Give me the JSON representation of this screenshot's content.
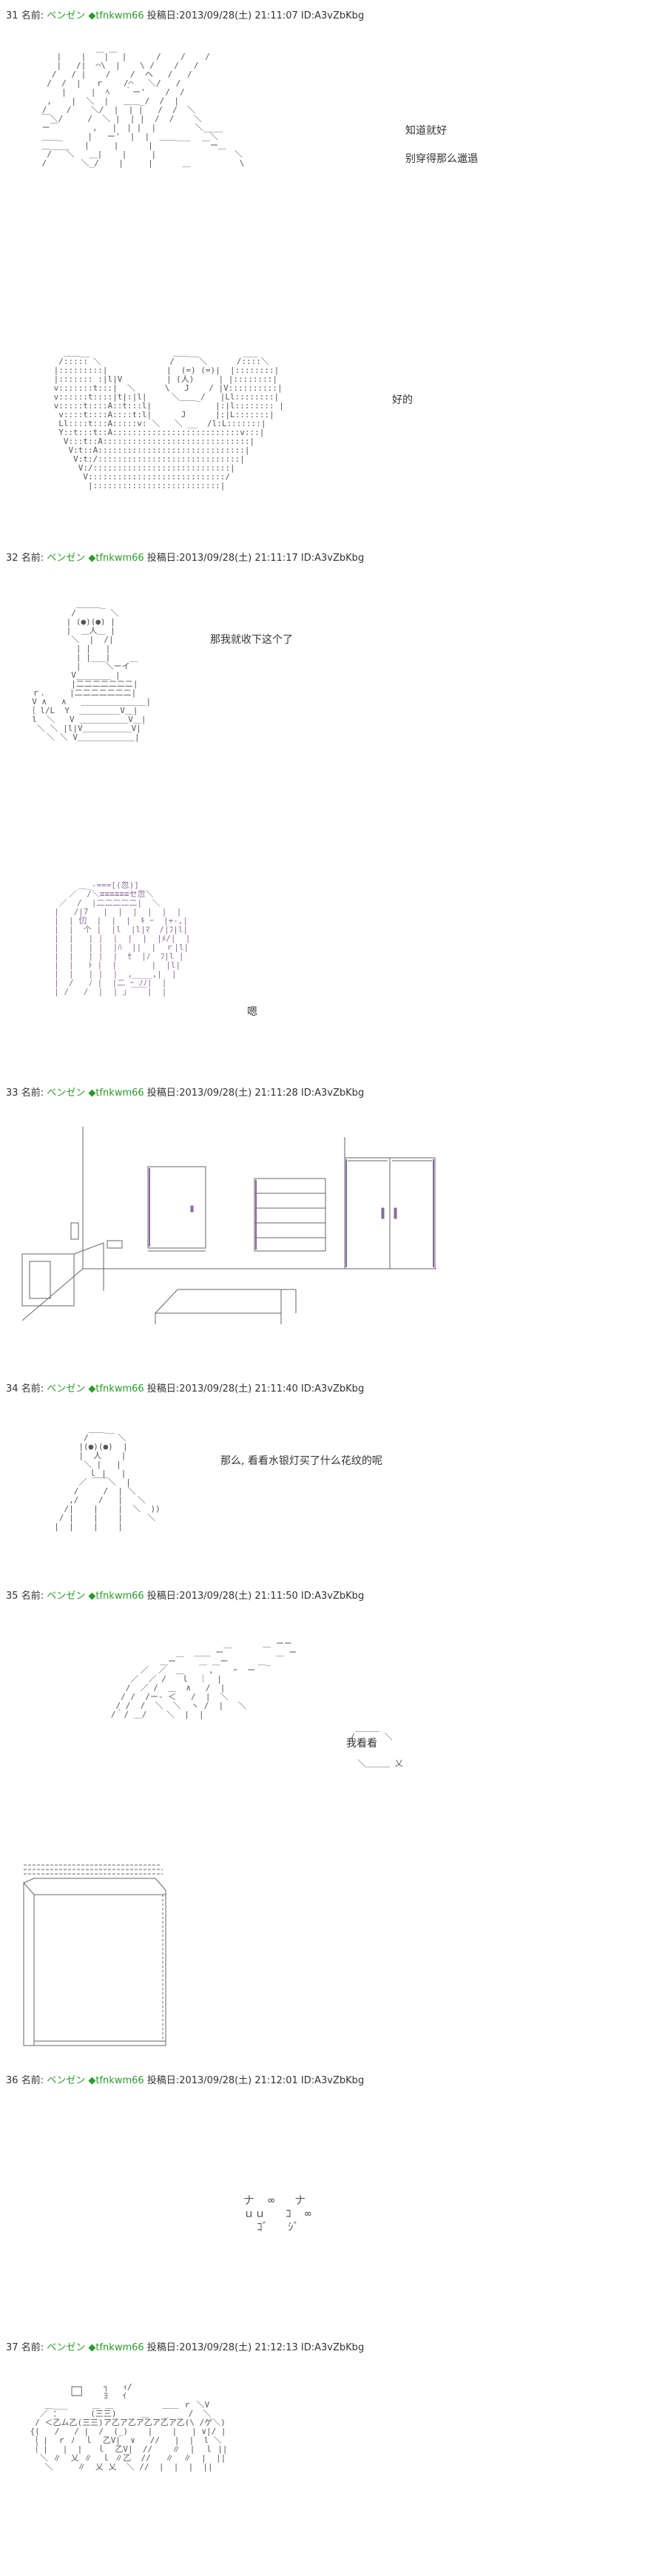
{
  "colors": {
    "name": "#2a9a2a",
    "text": "#333333",
    "art": "#555555",
    "art_accent": "#8a6a9a"
  },
  "name_label": "名前:",
  "post_label": "投稿日:",
  "posts": [
    {
      "num": "31",
      "name": "ベンゼン",
      "trip": "◆tfnkwm66",
      "date": "2013/09/28(土) 21:11:07",
      "id": "ID:A3vZbKbg",
      "lines": [
        "知道就好",
        "别穿得那么邋遢",
        "好的"
      ]
    },
    {
      "num": "32",
      "name": "ベンゼン",
      "trip": "◆tfnkwm66",
      "date": "2013/09/28(土) 21:11:17",
      "id": "ID:A3vZbKbg",
      "lines": [
        "那我就收下这个了",
        "嗯"
      ]
    },
    {
      "num": "33",
      "name": "ベンゼン",
      "trip": "◆tfnkwm66",
      "date": "2013/09/28(土) 21:11:28",
      "id": "ID:A3vZbKbg",
      "lines": []
    },
    {
      "num": "34",
      "name": "ベンゼン",
      "trip": "◆tfnkwm66",
      "date": "2013/09/28(土) 21:11:40",
      "id": "ID:A3vZbKbg",
      "lines": [
        "那么, 看看水银灯买了什么花纹的呢"
      ]
    },
    {
      "num": "35",
      "name": "ベンゼン",
      "trip": "◆tfnkwm66",
      "date": "2013/09/28(土) 21:11:50",
      "id": "ID:A3vZbKbg",
      "lines": [
        "我看看"
      ]
    },
    {
      "num": "36",
      "name": "ベンゼン",
      "trip": "◆tfnkwm66",
      "date": "2013/09/28(土) 21:12:01",
      "id": "ID:A3vZbKbg",
      "lines": []
    },
    {
      "num": "37",
      "name": "ベンゼン",
      "trip": "◆tfnkwm66",
      "date": "2013/09/28(土) 21:12:13",
      "id": "ID:A3vZbKbg",
      "lines": []
    }
  ]
}
